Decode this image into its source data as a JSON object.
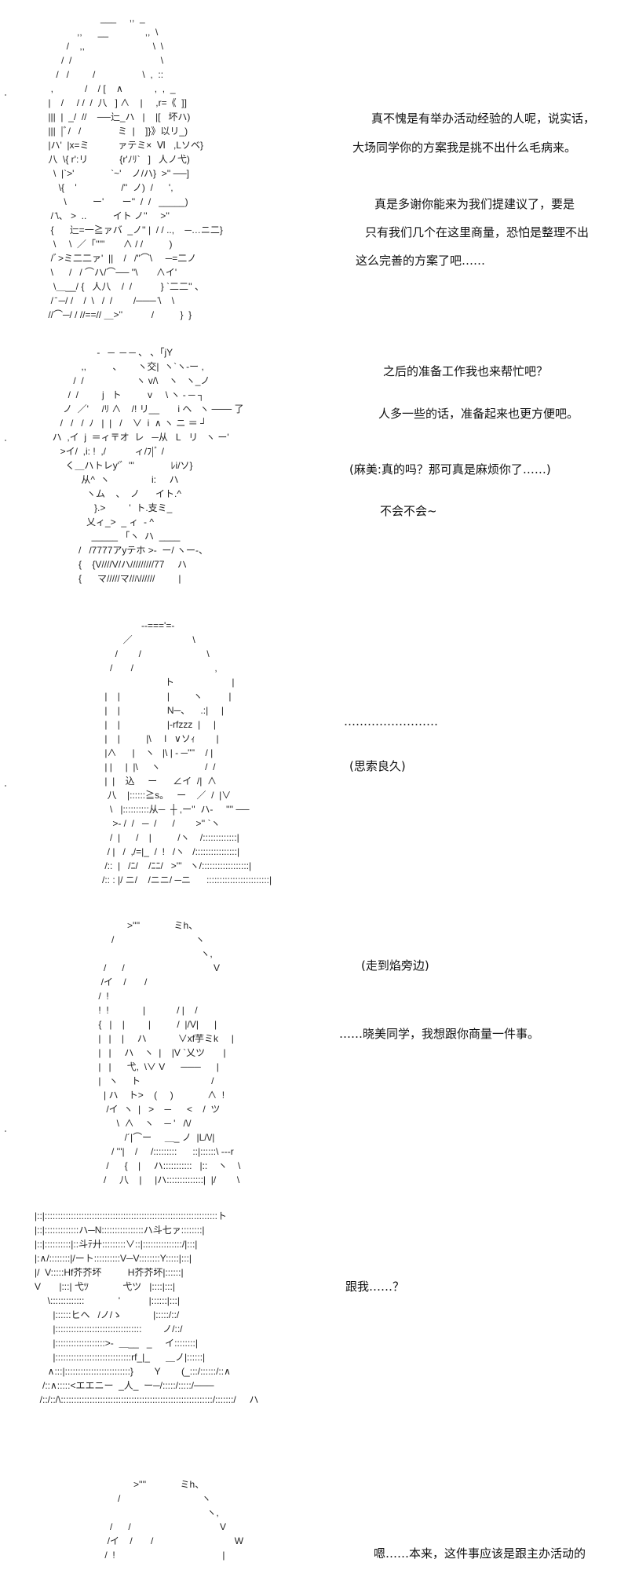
{
  "aa_art": [
    "                     ___     ,,  _\n            ,,      __              ,,  \\\n        /    ,,                          \\  \\\n      /  /                                  \\\n    /   /         /                  \\  ,  ::\n  ,            /    / [    ∧            ,  ,  _\n |    /     / /  /  八   ] ∧    |     ,r=《  ]]\n |||  |  _/  //    ──辷_ハ   |    |[   坏ハ)\n |||  |ﾞ/   /              ミ  |    ]}》以リ_)\n |ハ'  |x=ミ           ァテミ×  Ⅵ   ,Lソベ}\n 八  \\{ r':リ            {r'ﾉﾘ`   ]   人ノ弋)\n   \\  |`>'              `~'    ノ/ハ}  >'' ──]\n     \\{    '                 /''  ノ)  /      ',\n       \\          ー'       ー''  /  /   _____)\n  / ̄\\、 >  ..          イト ノ''     >''\n  {      辷=一≧ァバ  _ノ'' |  / / ..,    ─…ニ二}\n   \\     \\  ／「'''''       ∧ / /          )\n  /ﾞ>ミ二二ァ'  ||    /   /''⌒\\     ─=二ノ\n  \\      /   / ⌒ハ/⌒── ''\\       ∧イ'\n   \\＿__/ {   人八    /  /           } `二二'' 、\n  / ̄ ─/ /    /  \\   /  /        /─── ̄\\    \\\n //⌒─/ / //==// ＿>''           /          }  }",
    "                   -   ─  ─ ─ 、 ､「jY\n             ,,          、      ヽ交|  ヽ`ヽ‐ー ,\n          /  /                    ヽ v/\\    ヽ   ヽ_ノ\n        /  /         j   ト          v     \\ ヽ ‐ ─ ┐\n      ノ  ／'     /ﾘ ∧    /! リ__       i ヘ   ヽ ─── 了\n     /   /   /  ﾉ   |  |   /    ∨  i  ∧ ヽ ニ ＝ ┘\n  ハ  ,イ  j  ＝ィ〒オ  レ   ─从   L   リ   ヽ ー'\n     >イ/  ,i: !  ,/           ィ/ﾌ|ﾞ /\n       く＿ハトレy'゛'''              ﾚi/ソ}\n             从^  ヽ                i:     ハ\n               ヽム    、  ノ      イト.^\n                  }.>         '  ト.支ミ_\n               乂ィ_>  _ ィ  - ^\n                 _____ 「ヽ  ハ  ____\n            /   /7777アyテホ >-  ー/ ヽー-、\n            {    {V////V/ハ/////////77     ハ\n            {      マ/////マ//ﾊ//////         |",
    "                  --==='=-\n           ／                       \\\n        /        /                         \\\n      /       /                               ,\n                           ト                      |\n    |    |                  |         ヽ          |\n    |    |                  N─、    .:|     |\n    |    |                  |-rfzzz  |     |\n    |    |          |\\     l   ∨ソｨ        |\n    |∧      |    ヽ   |\\ | ‐ ─''''    / |\n    | |     |  |\\     ヽ                 /  /\n    |  |    込     ー      ∠イ  /|  ∧\n     八    |::::::≧s。   ー    ／  /  |∨\n      \\   |::::::::::从─  ┼ ,ー''  ハ-     '''' ──\n       >- /  /   ─  /      /        >'' `ヽ\n      /  |      /    |          /ヽ    /:::::::::::::|\n     / |   /  ,/=|_  /  !   /ヽ   /::::::::::::::::|\n    /::  |   /ﾆ/    /ﾆﾆ/   >'''   ヽ/::::::::::::::::::|\n   /:: : |/ ニ/    /ニニ/ ─ニ      ::::::::::::::::::::::::|",
    "               >''''             ミh、\n         /                               ヽ\n                                           ヽ,\n      /      /                                  V\n     /イ    /       /\n    /  !\n    !  !             |            / |    /\n    {   |    |         |          /  |/V|      |\n    |   |    |     ハ            ∨xf芋ミk     |\n    |   |     ハ    ヽ  |    |V `乂ツ       |\n    |   |      弋,  \\∨ V      ───      |\n    |   ヽ     ト                           /\n      | ハ    ト>    (     )             ∧  !\n       /イ  ヽ  |   >    ─      <    /  ツ\n           \\  ∧    ヽ    ─ '   /\\/\n              /´|⌒ー     ＿_ ノ  |L/\\/|\n         / '''|    /     /:::::::::      ::|::::::\\ ---r\n       /      {    |     ハ:::::::::::   |::    ヽ    \\\n      /     八    |     |ハ::::::::::::::|  |/        \\",
    "|::|::::::::::::::::::::::::::::::::::::::::::::::::::::::::::::::::::ト\n|::|:::::::::::::ハ─N::::::::::::::::ハ斗七ァ::::::::|\n|::|::::::::::|::斗ﾃ廾:::::::::∨::|:::::::::::::::/|:::|\n|:∧/::::::::|/ート::::::::::V─V::::::::Y:::::|:::|\n|/  V:::::Hf芥芥坏          H芥芥坏|::::::|\nV       |:::| 弋ﾂ             弋ツ   |::::|:::|\n     \\:::::::::::::             '           |::::::|:::|\n       |::::::ヒヘ   /ノ/ゝ            |:::::/::/\n       |:::::::::::::::::::::::::::::::::        ノ/::/\n       |:::::::::::::::::::>-  ＿__   _     イ::::::::|\n       |:::::::::::::::::::::::::::::rf_|_      ＿ノ|::::::|\n     ∧:::|:::::::::::::::::::::::::}        Y        (_:::/::::::/::∧\n   /::∧:::::<エエニー  _人_  ー─/:::::/:::::/───\n  /::/::/\\::::::::::::::::::::::::::::::::::::::::::::::::::::::::::/:::::::/     ハ",
    "               >''''             ミh、\n         /                               ヽ\n                                           ヽ,\n      /      /                                  V\n     /イ    /       /                               W\n    /  !                                         |"
  ],
  "dialogue": [
    "真不愧是有举办活动经验的人呢，说实话，",
    "大场同学你的方案我是挑不出什么毛病来。",
    "真是多谢你能来为我们提建议了，要是",
    "只有我们几个在这里商量，恐怕是整理不出",
    "这么完善的方案了吧……",
    "之后的准备工作我也来帮忙吧？",
    "人多一些的话，准备起来也更方便吧。",
    "(麻美:真的吗？那可真是麻烦你了……)",
    "不会不会~",
    "……………………",
    "(思索良久)",
    "(走到焰旁边)",
    "……晓美同学，我想跟你商量一件事。",
    "跟我……？",
    "嗯……本来，这件事应该是跟主办活动的"
  ]
}
